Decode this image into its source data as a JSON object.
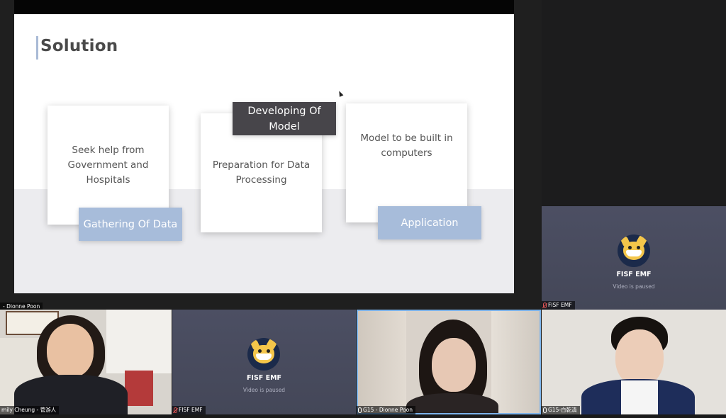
{
  "slide": {
    "title": "Solution",
    "cards": [
      {
        "text": "Seek help from Government and Hospitals",
        "tag": "Gathering Of Data"
      },
      {
        "text": "Preparation for Data Processing",
        "tag": "Developing Of Model"
      },
      {
        "text": "Model to be built in computers",
        "tag": "Application"
      }
    ]
  },
  "share_label": "- Dionne Poon",
  "participants": [
    {
      "name": "FISF EMF",
      "status": "Video is paused",
      "tag": "FISF EMF"
    },
    {
      "tag": "mily Cheung - 菅游人"
    },
    {
      "name": "FISF EMF",
      "status": "Video is paused",
      "tag": "FISF EMF"
    },
    {
      "tag": "G15 - Dionne Poon"
    },
    {
      "tag": "G15-白乾滇"
    }
  ],
  "colors": {
    "accent_tag": "#a7bcda",
    "dark_tag": "#47454a",
    "active_speaker": "#7db3ea",
    "muted": "#e05555"
  }
}
